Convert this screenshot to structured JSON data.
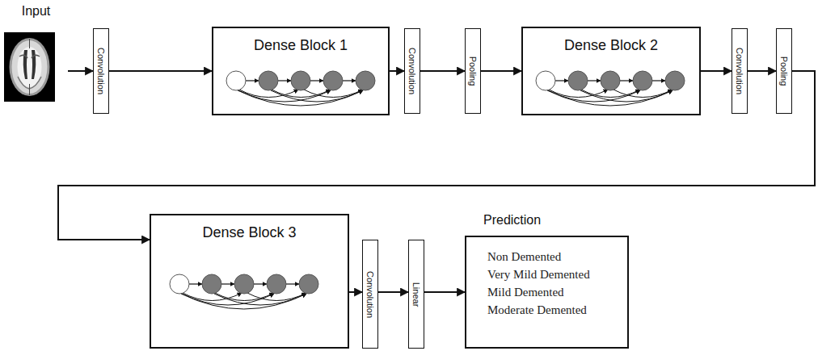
{
  "diagram": {
    "nodes": [
      {
        "text": [
          "Input"
        ]
      },
      {
        "text": [
          "Convolution"
        ]
      },
      {
        "text": [
          "Dense Block 1"
        ]
      },
      {
        "text": [
          "Convolution"
        ]
      },
      {
        "text": [
          "Pooling"
        ]
      },
      {
        "text": [
          "Dense Block 2"
        ]
      },
      {
        "text": [
          "Convolution"
        ]
      },
      {
        "text": [
          "Pooling"
        ]
      },
      {
        "text": [
          "Dense Block 3"
        ]
      },
      {
        "text": [
          "Convolution"
        ]
      },
      {
        "text": [
          "Linear"
        ]
      },
      {
        "text": [
          "Prediction",
          "Non Demented",
          "Very Mild Demented",
          "Mild Demented",
          "Moderate Demented"
        ]
      }
    ],
    "edges": [
      {
        "from": 0,
        "to": 1,
        "arrow": "to"
      },
      {
        "from": 1,
        "to": 2,
        "arrow": "to"
      },
      {
        "from": 2,
        "to": 3,
        "arrow": "to"
      },
      {
        "from": 3,
        "to": 4,
        "arrow": "to"
      },
      {
        "from": 4,
        "to": 5,
        "arrow": "to"
      },
      {
        "from": 5,
        "to": 6,
        "arrow": "to"
      },
      {
        "from": 6,
        "to": 7,
        "arrow": "to"
      },
      {
        "from": 7,
        "to": 8,
        "arrow": "to"
      },
      {
        "from": 8,
        "to": 9,
        "arrow": "to"
      },
      {
        "from": 9,
        "to": 10,
        "arrow": "to"
      },
      {
        "from": 10,
        "to": 11,
        "arrow": "to"
      }
    ]
  }
}
